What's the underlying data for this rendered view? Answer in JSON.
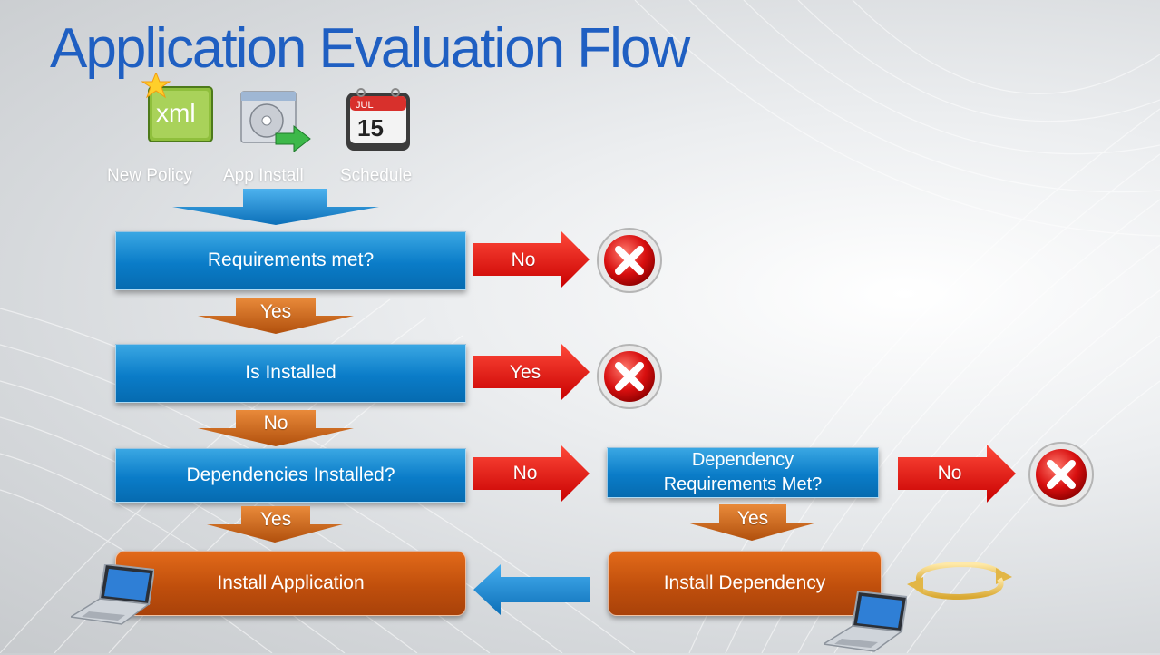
{
  "title": "Application Evaluation Flow",
  "sources": [
    {
      "label": "New Policy",
      "icon": "xml-file-icon"
    },
    {
      "label": "App Install",
      "icon": "software-install-icon"
    },
    {
      "label": "Schedule",
      "icon": "calendar-icon",
      "month": "JUL",
      "day": "15"
    }
  ],
  "steps": {
    "requirements": "Requirements met?",
    "installed": "Is Installed",
    "dependencies": "Dependencies Installed?",
    "dep_requirements": "Dependency Requirements Met?",
    "install_app": "Install Application",
    "install_dep": "Install Dependency"
  },
  "branches": {
    "req_fail": "No",
    "req_pass": "Yes",
    "inst_fail": "Yes",
    "inst_pass": "No",
    "deps_missing": "No",
    "deps_ok": "Yes",
    "depreq_fail": "No",
    "depreq_pass": "Yes"
  },
  "colors": {
    "title": "#1f5fc2",
    "step_blue": "#0a7cc8",
    "step_orange": "#c04f0c",
    "arrow_red": "#e8100f",
    "arrow_orange": "#d06418",
    "arrow_blue": "#1a8ad8"
  }
}
